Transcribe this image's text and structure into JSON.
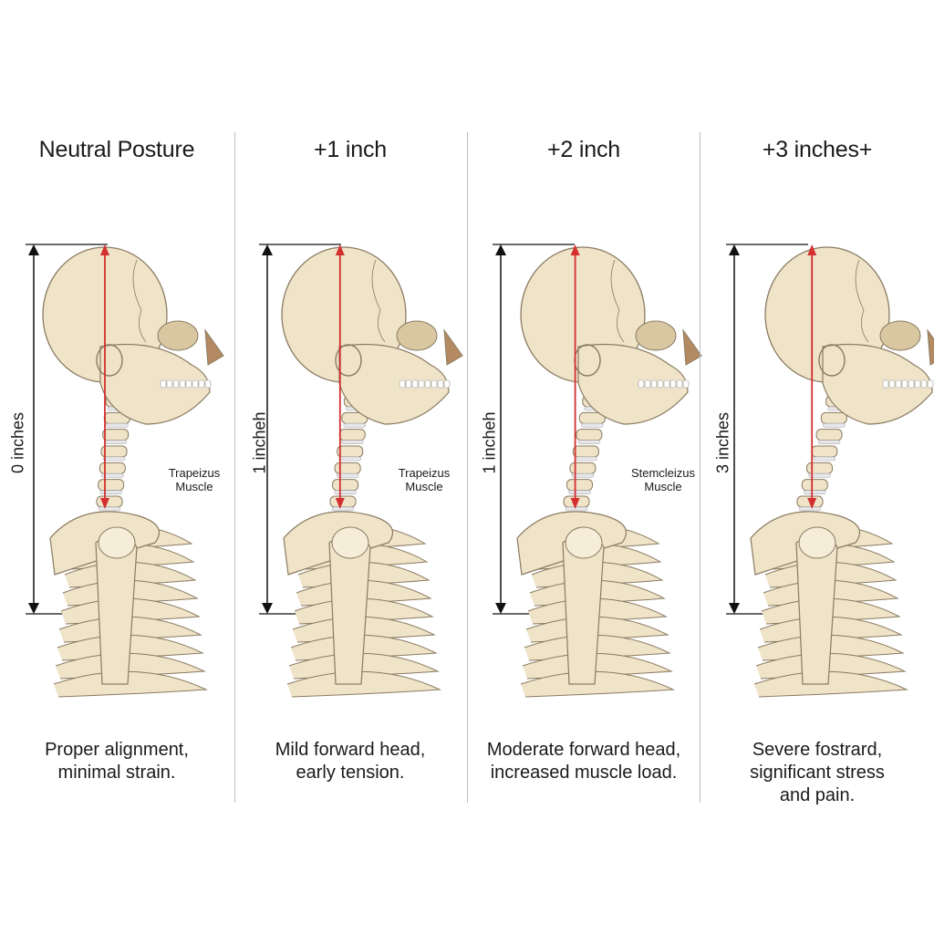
{
  "panels": [
    {
      "title": "Neutral Posture",
      "measure_label": "0 inches",
      "muscle_label": [
        "Trapeizus",
        "Muscle"
      ],
      "caption": [
        "Proper alignment,",
        "minimal strain."
      ],
      "forward_shift_in": 0
    },
    {
      "title": "+1 inch",
      "measure_label": "1 incheh",
      "muscle_label": [
        "Trapeizus",
        "Muscle"
      ],
      "caption": [
        "Mild forward head,",
        "early tension."
      ],
      "forward_shift_in": 1
    },
    {
      "title": "+2 inch",
      "measure_label": "1 incheh",
      "muscle_label": [
        "Stemcleizus",
        "Muscle"
      ],
      "caption": [
        "Moderate forward head,",
        "increased muscle load."
      ],
      "forward_shift_in": 2
    },
    {
      "title": "+3 inches+",
      "measure_label": "3 inches",
      "muscle_label": [
        "",
        ""
      ],
      "caption": [
        "Severe fostrard,",
        "significant stress",
        "and pain."
      ],
      "forward_shift_in": 3
    }
  ],
  "colors": {
    "bone": "#efe3c8",
    "bone_shade": "#d9c7a1",
    "bone_outline": "#8a7b62",
    "plumb_line": "#d32f2f",
    "measure_line": "#111111",
    "divider": "#bdbdbd"
  }
}
